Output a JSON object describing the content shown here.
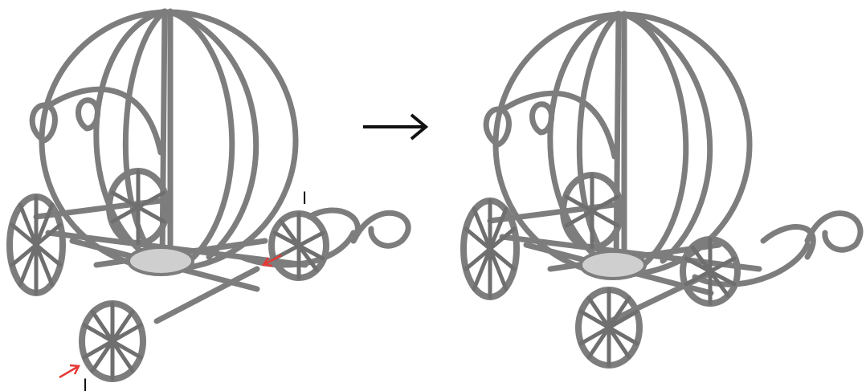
{
  "figure": {
    "left_panel": {
      "name": "carriage-before-wheel-attachment"
    },
    "right_panel": {
      "name": "carriage-assembled"
    },
    "labels": {
      "top_marker": "I",
      "bottom_marker": "I"
    },
    "colors": {
      "wire": "#7d7d7d",
      "seat": "#cfcfcf",
      "arrow": "#111111",
      "callout": "#e53935"
    },
    "icons": {
      "transition_arrow": "right-arrow-icon",
      "callout_arrows": "red-pointer-arrow-icon"
    }
  }
}
